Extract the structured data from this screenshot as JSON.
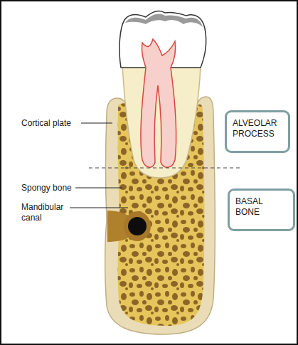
{
  "diagram": {
    "nodes": [
      {
        "text": [
          "ALVEOLAR PROCESS"
        ]
      },
      {
        "text": [
          "BASAL BONE"
        ]
      }
    ],
    "labels": [
      "Cortical plate",
      "Spongy bone",
      "Mandibular canal"
    ]
  }
}
